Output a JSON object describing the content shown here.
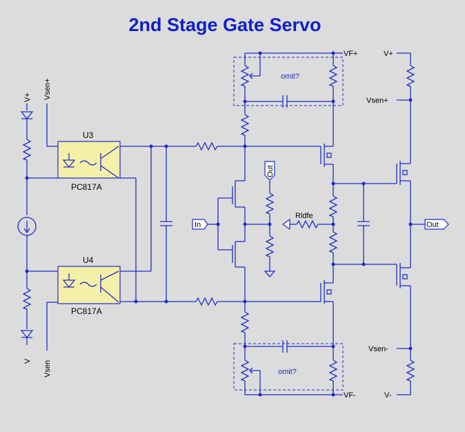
{
  "title": "2nd Stage Gate Servo",
  "labels": {
    "vplus_left": "V+",
    "vsen_plus_left": "Vsen+",
    "v_left": "V",
    "vsen_left": "Vsen",
    "u3_ref": "U3",
    "u3_part": "PC817A",
    "u4_ref": "U4",
    "u4_part": "PC817A",
    "in_port": "In",
    "out_port_top": "Out",
    "out_port_right": "Out",
    "rldfe": "Rldfe",
    "omit_top": "omit?",
    "omit_bottom": "omit?",
    "vf_plus": "VF+",
    "vf_minus": "VF-",
    "vplus_right": "V+",
    "vsen_plus_right": "Vsen+",
    "vsen_minus_right": "Vsen-",
    "vminus_right": "V-"
  },
  "colors": {
    "background": "#dcdcdc",
    "wire": "#1c2cc8",
    "title": "#1020c8",
    "component_fill": "#f5f0a8"
  }
}
